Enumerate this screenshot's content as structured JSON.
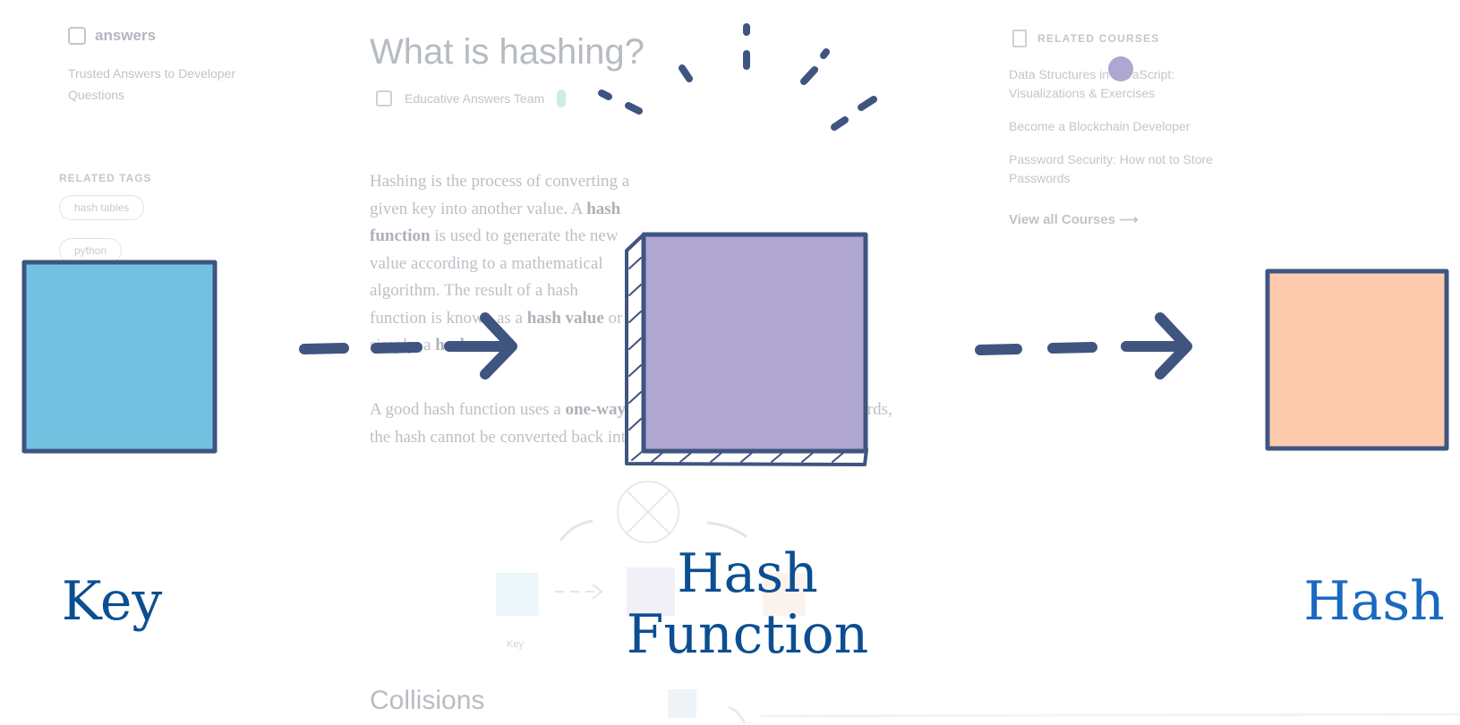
{
  "background_page": {
    "brand": "answers",
    "tagline": "Trusted Answers to Developer Questions",
    "related_tags_title": "RELATED TAGS",
    "tags": [
      "hash tables",
      "python"
    ],
    "title": "What is hashing?",
    "author": "Educative Answers Team",
    "intro_parts": [
      "Hashing is the process of converting a given key into another value. A ",
      "hash function",
      " is used to generate the new value according to a mathematical algorithm. The result of a hash function is known as a ",
      "hash value",
      " or simply, a ",
      "hash",
      "."
    ],
    "second_parts": [
      "A good hash function uses a ",
      "one-way hashing algorithm",
      ", or in other words, the hash cannot be converted back into the original key."
    ],
    "related_courses_title": "RELATED COURSES",
    "courses": [
      "Data Structures in JavaScript: Visualizations & Exercises",
      "Become a Blockchain Developer",
      "Password Security: How not to Store Passwords"
    ],
    "view_all": "View all Courses ⟶",
    "mini_labels": [
      "Key"
    ],
    "section_heading": "Collisions"
  },
  "diagram": {
    "labels": {
      "key": "Key",
      "hash_function": "Hash\nFunction",
      "hash": "Hash"
    },
    "colors": {
      "key_fill": "#73c1e0",
      "hash_function_fill": "#afa6d1",
      "hash_fill": "#fecbae",
      "outline": "#3f5580",
      "label_key": "#0b4f92",
      "label_hash_function": "#0b4f92",
      "label_hash": "#1a69c1",
      "accent_dot": "#afa6d1"
    }
  }
}
